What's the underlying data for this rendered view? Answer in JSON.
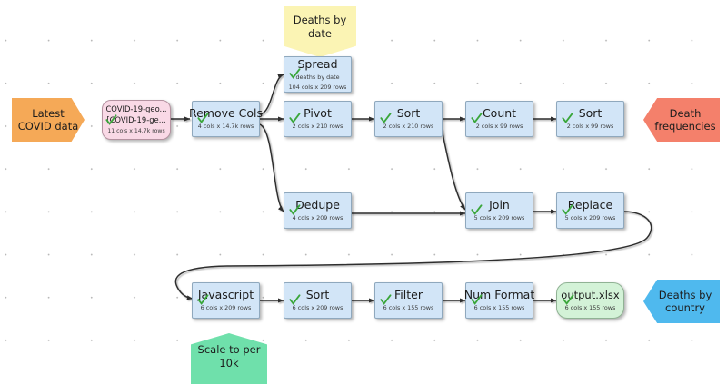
{
  "diagram": {
    "title": "COVID data processing workflow",
    "background": "#ffffff",
    "colors": {
      "process_fill": "#d2e5f7",
      "process_stroke": "#8fa8bd",
      "data_fill": "#f9d9e6",
      "output_fill": "#d3f2d7",
      "source_fill": "#f5a957",
      "sink_fill": "#f4806b",
      "country_fill": "#4fb9ee",
      "note_yellow": "#fbf4b4",
      "note_green": "#6fe0ab",
      "edge_stroke": "#3a3a3a",
      "check_green": "#3aa63a"
    },
    "terminals": [
      {
        "id": "latest-covid-data",
        "label": "Latest\nCOVID data",
        "line1": "Latest",
        "line2": "COVID data",
        "shape": "chevron-right",
        "color": "#f5a957"
      },
      {
        "id": "death-frequencies",
        "label": "Death\nfrequencies",
        "line1": "Death",
        "line2": "frequencies",
        "shape": "chevron-left",
        "color": "#f4806b"
      },
      {
        "id": "deaths-by-country",
        "label": "Deaths by\ncountry",
        "line1": "Deaths by",
        "line2": "country",
        "shape": "chevron-left",
        "color": "#4fb9ee"
      }
    ],
    "notes": [
      {
        "id": "note-deaths-by-date",
        "line1": "Deaths by",
        "line2": "date",
        "shape": "pennant-down",
        "color": "#fbf4b4"
      },
      {
        "id": "note-scale-per-10k",
        "line1": "Scale to per",
        "line2": "10k",
        "shape": "pennant-up",
        "color": "#6fe0ab"
      }
    ],
    "nodes": [
      {
        "id": "covid-19-geo-data",
        "type": "data",
        "title_line1": "COVID-19-geo...",
        "title_line2": "[COVID-19-ge...",
        "sub": "11 cols x 14.7k rows",
        "status": "ok"
      },
      {
        "id": "remove-cols",
        "type": "process",
        "title": "Remove Cols",
        "sub": "4 cols x 14.7k rows",
        "status": "ok"
      },
      {
        "id": "spread",
        "type": "process",
        "title": "Spread",
        "sub": "deaths by date",
        "sub2": "104 cols x 209 rows",
        "status": "ok"
      },
      {
        "id": "pivot",
        "type": "process",
        "title": "Pivot",
        "sub": "2 cols x 210 rows",
        "status": "ok"
      },
      {
        "id": "sort-1",
        "type": "process",
        "title": "Sort",
        "sub": "2 cols x 210 rows",
        "status": "ok"
      },
      {
        "id": "count",
        "type": "process",
        "title": "Count",
        "sub": "2 cols x 99 rows",
        "status": "ok"
      },
      {
        "id": "sort-2",
        "type": "process",
        "title": "Sort",
        "sub": "2 cols x 99 rows",
        "status": "ok"
      },
      {
        "id": "dedupe",
        "type": "process",
        "title": "Dedupe",
        "sub": "4 cols x 209 rows",
        "status": "ok"
      },
      {
        "id": "join",
        "type": "process",
        "title": "Join",
        "sub": "5 cols x 209 rows",
        "status": "ok"
      },
      {
        "id": "replace",
        "type": "process",
        "title": "Replace",
        "sub": "5 cols x 209 rows",
        "status": "ok"
      },
      {
        "id": "javascript",
        "type": "process",
        "title": "Javascript",
        "sub": "6 cols x 209 rows",
        "status": "ok"
      },
      {
        "id": "sort-3",
        "type": "process",
        "title": "Sort",
        "sub": "6 cols x 209 rows",
        "status": "ok"
      },
      {
        "id": "filter",
        "type": "process",
        "title": "Filter",
        "sub": "6 cols x 155 rows",
        "status": "ok"
      },
      {
        "id": "num-format",
        "type": "process",
        "title": "Num Format",
        "sub": "6 cols x 155 rows",
        "status": "ok"
      },
      {
        "id": "output-xlsx",
        "type": "output",
        "title": "output.xlsx",
        "sub": "6 cols x 155 rows",
        "status": "ok"
      }
    ],
    "edges": [
      {
        "from": "covid-19-geo-data",
        "to": "remove-cols"
      },
      {
        "from": "remove-cols",
        "to": "spread"
      },
      {
        "from": "remove-cols",
        "to": "pivot"
      },
      {
        "from": "remove-cols",
        "to": "dedupe"
      },
      {
        "from": "pivot",
        "to": "sort-1"
      },
      {
        "from": "sort-1",
        "to": "count"
      },
      {
        "from": "count",
        "to": "sort-2"
      },
      {
        "from": "sort-1",
        "to": "join"
      },
      {
        "from": "dedupe",
        "to": "join"
      },
      {
        "from": "join",
        "to": "replace"
      },
      {
        "from": "replace",
        "to": "javascript"
      },
      {
        "from": "javascript",
        "to": "sort-3"
      },
      {
        "from": "sort-3",
        "to": "filter"
      },
      {
        "from": "filter",
        "to": "num-format"
      },
      {
        "from": "num-format",
        "to": "output-xlsx"
      }
    ]
  }
}
